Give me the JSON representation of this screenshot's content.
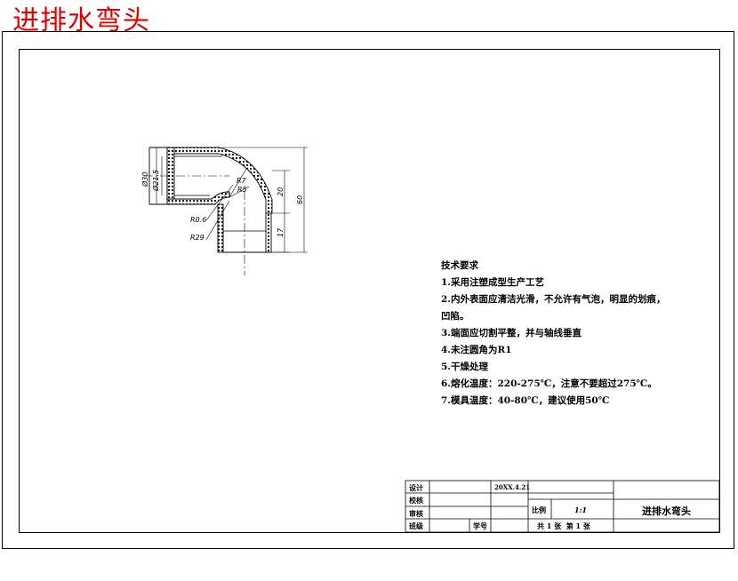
{
  "drawing_title": "进排水弯头",
  "dimensions": {
    "outer_dia": "Ø30",
    "inner_dia": "Ø21.5",
    "r_outer": "R7",
    "r_inner": "R5",
    "r_small": "R0.6",
    "r_large": "R29",
    "height_mid": "20",
    "height_low": "17",
    "height_total": "60"
  },
  "technical_requirements": {
    "heading": "技术要求",
    "items": [
      "1.采用注塑成型生产工艺",
      "2.内外表面应清洁光滑，不允许有气泡，明显的划痕，",
      "凹陷。",
      "3.端面应切割平整，并与轴线垂直",
      "4.未注圆角为R1",
      "5.干燥处理",
      "6.熔化温度：220-275℃，注意不要超过275℃。",
      "7.模具温度：40-80℃，建议使用50℃"
    ]
  },
  "title_block": {
    "design_label": "设计",
    "design_date": "20XX.4.21",
    "check_label": "校核",
    "review_label": "审核",
    "class_label": "班级",
    "student_id_label": "学号",
    "scale_label": "比例",
    "scale_value": "1:1",
    "drawing_name": "进排水弯头",
    "sheet_info": "共 1 张  第 1 张"
  }
}
